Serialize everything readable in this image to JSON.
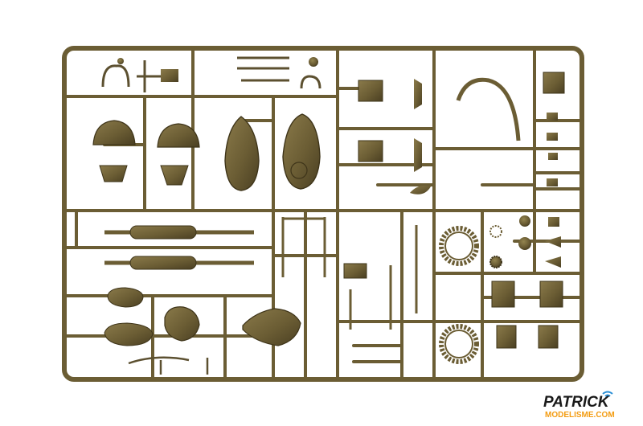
{
  "photo": {
    "subject": "plastic-model-kit-sprue",
    "plastic_color": "#6b5d34",
    "plastic_highlight": "#8a7a4a",
    "plastic_shadow": "#4a3f22"
  },
  "watermark": {
    "brand_top": "PATRICK",
    "brand_bottom": "MODELISME.COM",
    "brand_top_color": "#1a1a1a",
    "accent_color": "#f39c12",
    "signal_color": "#2a8fd6"
  }
}
